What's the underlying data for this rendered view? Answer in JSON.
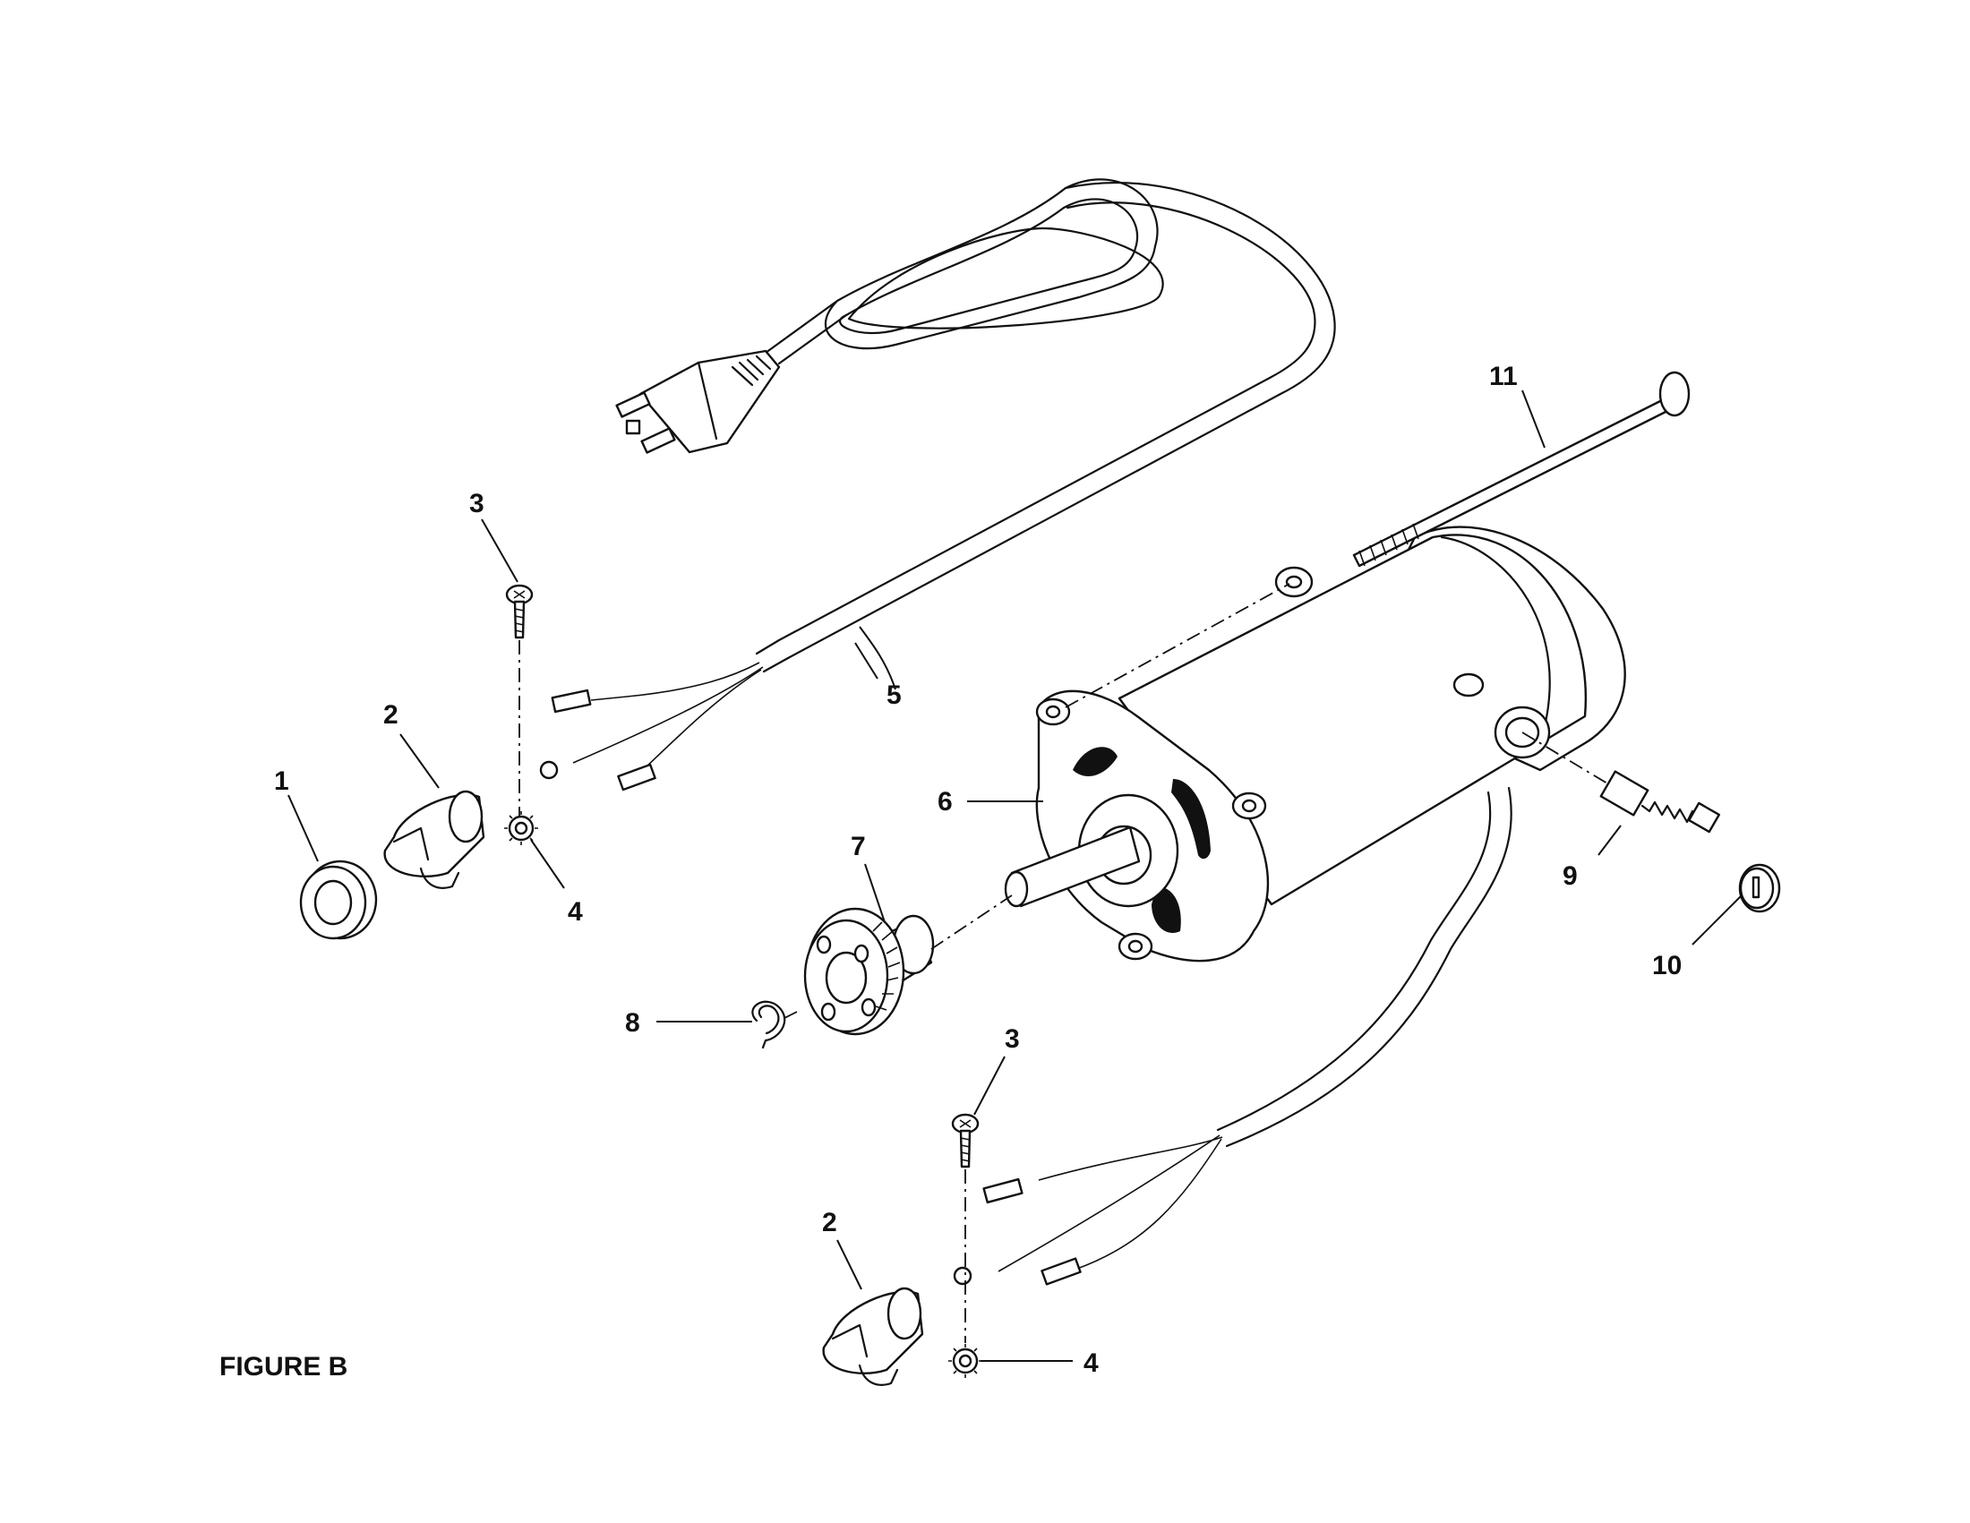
{
  "figure": {
    "caption": "FIGURE B"
  },
  "callouts": {
    "c1": "1",
    "c2a": "2",
    "c3a": "3",
    "c4a": "4",
    "c5": "5",
    "c6": "6",
    "c7": "7",
    "c8": "8",
    "c9": "9",
    "c10": "10",
    "c11": "11",
    "c2b": "2",
    "c3b": "3",
    "c4b": "4"
  }
}
